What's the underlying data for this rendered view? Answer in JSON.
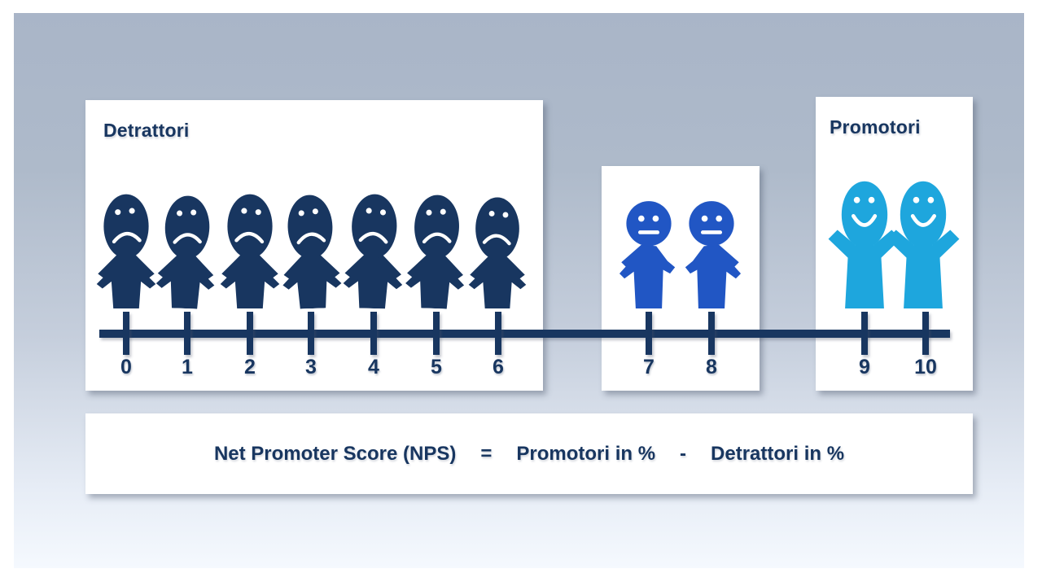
{
  "panels": {
    "detractors": {
      "label": "Detrattori",
      "scores": [
        "0",
        "1",
        "2",
        "3",
        "4",
        "5",
        "6"
      ],
      "mood": "sad"
    },
    "passives": {
      "label": "",
      "scores": [
        "7",
        "8"
      ],
      "mood": "neutral"
    },
    "promoters": {
      "label": "Promotori",
      "scores": [
        "9",
        "10"
      ],
      "mood": "happy"
    }
  },
  "axis": {
    "ticks": [
      "0",
      "1",
      "2",
      "3",
      "4",
      "5",
      "6",
      "7",
      "8",
      "9",
      "10"
    ]
  },
  "formula": {
    "name": "Net Promoter Score (NPS)",
    "equals_sign": "=",
    "promoters_term": "Promotori in %",
    "minus_sign": "-",
    "detractors_term": "Detrattori in %"
  },
  "colors": {
    "detractor_navy": "#183660",
    "passive_blue": "#2156c4",
    "promoter_cyan": "#1ea6dd",
    "background_top": "#a9b5c8",
    "background_bottom": "#f5f9fe",
    "panel_white": "#ffffff"
  },
  "icons": {
    "sad_person": "sad-person-icon",
    "neutral_person": "neutral-person-icon",
    "happy_person": "happy-person-icon"
  }
}
